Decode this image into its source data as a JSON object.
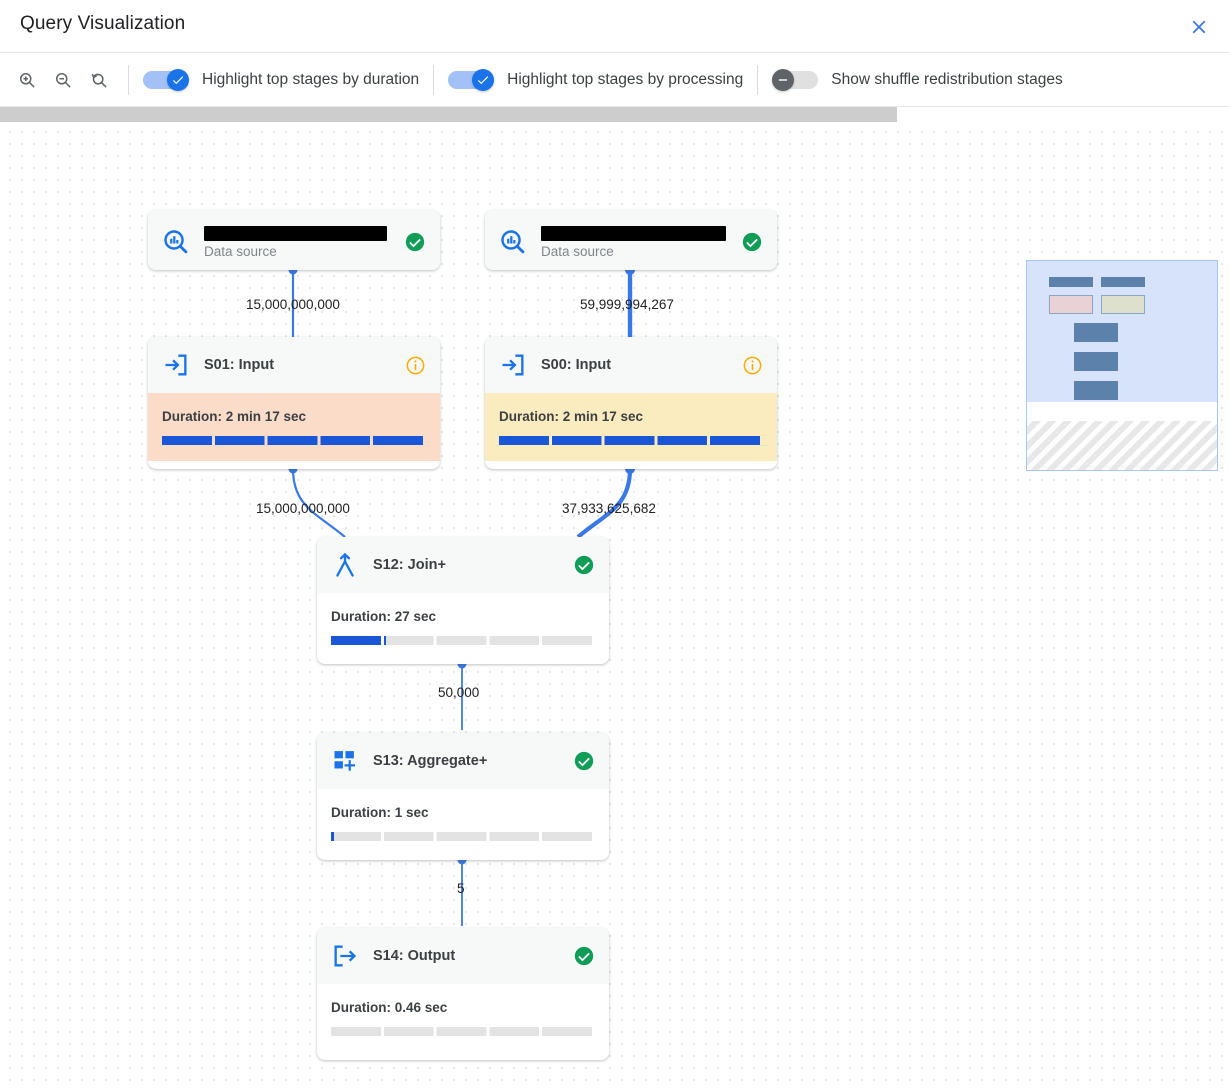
{
  "header": {
    "title": "Query Visualization",
    "close_icon": "close-icon"
  },
  "toolbar": {
    "zoom_in_icon": "zoom-in-icon",
    "zoom_out_icon": "zoom-out-icon",
    "zoom_reset_icon": "zoom-reset-icon",
    "toggles": [
      {
        "label": "Highlight top stages by duration",
        "state": "on"
      },
      {
        "label": "Highlight top stages by processing",
        "state": "on"
      },
      {
        "label": "Show shuffle redistribution stages",
        "state": "off"
      }
    ]
  },
  "colors": {
    "accent_blue": "#1a73e8",
    "edge_blue": "#3b78e7",
    "status_green": "#109d58",
    "info_amber": "#f9ab00",
    "highlight_peach": "#fadcc9",
    "highlight_yellow": "#fbecbf",
    "bar_fill": "#1b56d6",
    "bar_track": "#e3e3e3"
  },
  "graph": {
    "nodes": [
      {
        "id": "ds-left",
        "kind": "data-source",
        "icon": "bigquery-data-source-icon",
        "title": "",
        "title_redacted": true,
        "subtitle": "Data source",
        "status": "success"
      },
      {
        "id": "ds-right",
        "kind": "data-source",
        "icon": "bigquery-data-source-icon",
        "title": "",
        "title_redacted": true,
        "subtitle": "Data source",
        "status": "success"
      },
      {
        "id": "S01",
        "kind": "stage",
        "icon": "input-arrow-icon",
        "title": "S01: Input",
        "status": "info",
        "duration_label": "Duration: 2 min 17 sec",
        "progress_percent": 100,
        "highlight": "peach"
      },
      {
        "id": "S00",
        "kind": "stage",
        "icon": "input-arrow-icon",
        "title": "S00: Input",
        "status": "info",
        "duration_label": "Duration: 2 min 17 sec",
        "progress_percent": 100,
        "highlight": "yellow"
      },
      {
        "id": "S12",
        "kind": "stage",
        "icon": "join-icon",
        "title": "S12: Join+",
        "status": "success",
        "duration_label": "Duration: 27 sec",
        "progress_percent": 21,
        "highlight": "none"
      },
      {
        "id": "S13",
        "kind": "stage",
        "icon": "aggregate-icon",
        "title": "S13: Aggregate+",
        "status": "success",
        "duration_label": "Duration: 1 sec",
        "progress_percent": 1,
        "highlight": "none"
      },
      {
        "id": "S14",
        "kind": "stage",
        "icon": "output-arrow-icon",
        "title": "S14: Output",
        "status": "success",
        "duration_label": "Duration: 0.46 sec",
        "progress_percent": 0,
        "highlight": "none"
      }
    ],
    "edges": [
      {
        "from": "ds-left",
        "to": "S01",
        "label": "15,000,000,000",
        "weight": "thin"
      },
      {
        "from": "ds-right",
        "to": "S00",
        "label": "59,999,994,267",
        "weight": "thick"
      },
      {
        "from": "S01",
        "to": "S12",
        "label": "15,000,000,000",
        "weight": "thin"
      },
      {
        "from": "S00",
        "to": "S12",
        "label": "37,933,625,682",
        "weight": "thick"
      },
      {
        "from": "S12",
        "to": "S13",
        "label": "50,000",
        "weight": "thin"
      },
      {
        "from": "S13",
        "to": "S14",
        "label": "5",
        "weight": "thin"
      }
    ]
  },
  "minimap": {
    "name": "graph-minimap"
  }
}
